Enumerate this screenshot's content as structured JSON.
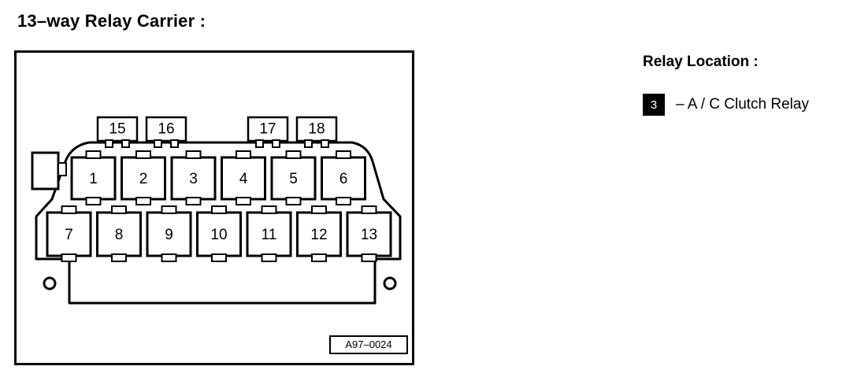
{
  "title": "13–way Relay Carrier :",
  "diagram": {
    "figure_id": "A97–0024",
    "upper_relays": [
      "15",
      "16",
      "17",
      "18"
    ],
    "middle_relays": [
      "1",
      "2",
      "3",
      "4",
      "5",
      "6"
    ],
    "lower_relays": [
      "7",
      "8",
      "9",
      "10",
      "11",
      "12",
      "13"
    ]
  },
  "legend": {
    "heading": "Relay Location :",
    "items": [
      {
        "badge": "3",
        "text": "– A / C Clutch Relay"
      }
    ]
  },
  "colors": {
    "ink": "#000000",
    "paper": "#ffffff"
  }
}
